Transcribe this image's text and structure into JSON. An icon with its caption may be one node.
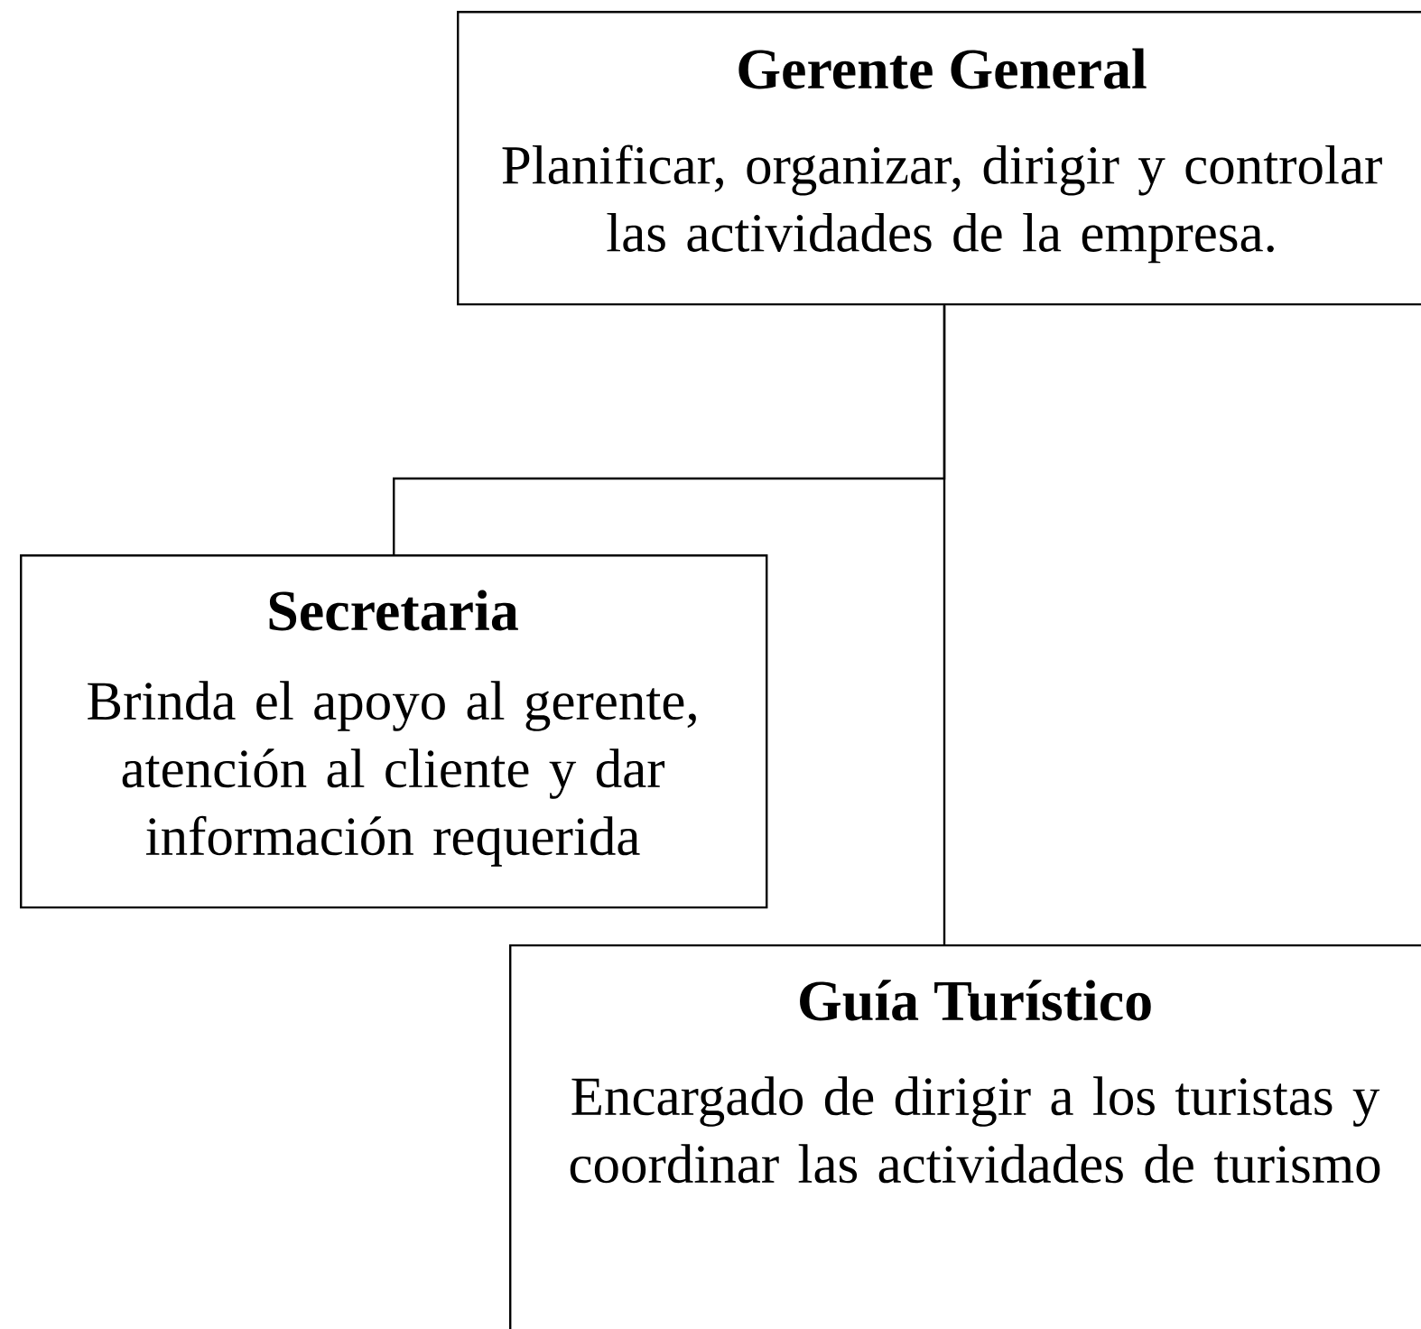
{
  "diagram": {
    "nodes": [
      {
        "text": [
          "Gerente General",
          "Planificar, organizar, dirigir y controlar las actividades de la empresa."
        ]
      },
      {
        "text": [
          "Secretaria",
          "Brinda el apoyo al gerente, atención al cliente y dar información requerida"
        ]
      },
      {
        "text": [
          "Guía Turístico",
          "Encargado de dirigir a los turistas y coordinar las actividades de turismo"
        ]
      }
    ],
    "edges": [
      {
        "from": 0,
        "to": 1,
        "arrow": "none"
      },
      {
        "from": 0,
        "to": 2,
        "arrow": "none"
      }
    ]
  }
}
